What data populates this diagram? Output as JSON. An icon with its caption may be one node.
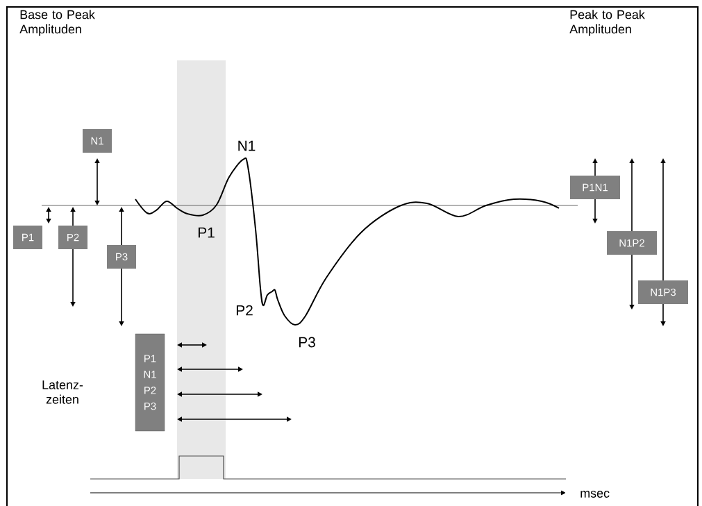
{
  "diagram": {
    "nodes": [
      {
        "text": [
          "N1"
        ]
      },
      {
        "text": [
          "P1"
        ]
      },
      {
        "text": [
          "P2"
        ]
      },
      {
        "text": [
          "P3"
        ]
      },
      {
        "text": [
          "P1",
          "N1",
          "P2",
          "P3"
        ]
      },
      {
        "text": [
          "P1N1"
        ]
      },
      {
        "text": [
          "N1P2"
        ]
      },
      {
        "text": [
          "N1P3"
        ]
      }
    ],
    "labels": [
      "Base to Peak Amplituden",
      "Peak to Peak Amplituden",
      "N1",
      "P1",
      "P2",
      "P3",
      "Latenz- zeiten",
      "msec"
    ]
  }
}
